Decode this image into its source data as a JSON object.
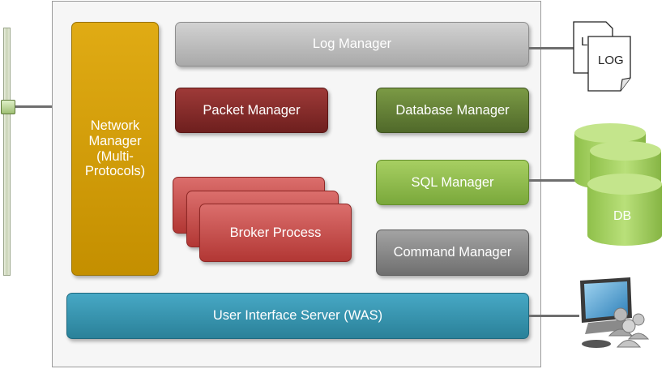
{
  "components": {
    "log_manager": "Log Manager",
    "network_manager": "Network Manager (Multi-Protocols)",
    "packet_manager": "Packet Manager",
    "database_manager": "Database Manager",
    "sql_manager": "SQL Manager",
    "broker_process": "Broker Process",
    "command_manager": "Command Manager",
    "user_interface_server": "User Interface Server (WAS)"
  },
  "externals": {
    "log_doc_back": "L",
    "log_doc_front": "LOG",
    "db_back": "DB",
    "db_front": "DB"
  },
  "icons": {
    "log": "document-stack-icon",
    "db": "database-cylinder-icon",
    "client": "computer-users-icon",
    "network": "network-bus-icon"
  },
  "colors": {
    "gray": "#b3b3b3",
    "dark_gray": "#7a7a7a",
    "maroon": "#7a2624",
    "olive": "#5a7431",
    "green": "#86b544",
    "red": "#c0403d",
    "gold": "#cc9900",
    "teal": "#3190ad"
  }
}
